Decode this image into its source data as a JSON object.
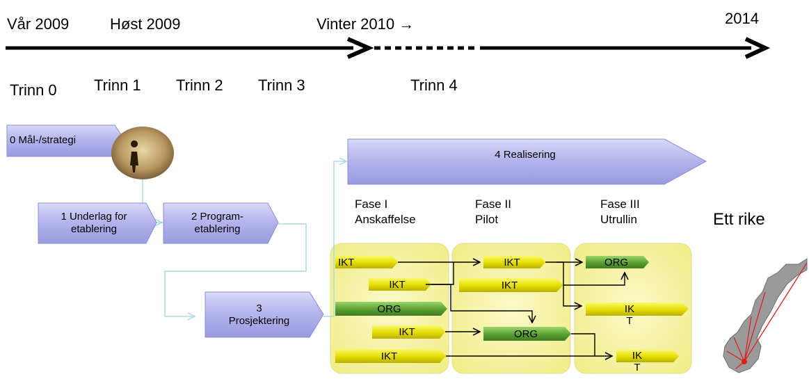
{
  "timeline": {
    "labels": [
      "Vår 2009",
      "Høst 2009",
      "Vinter 2010 →",
      "2014"
    ],
    "stages": [
      "Trinn 0",
      "Trinn 1",
      "Trinn 2",
      "Trinn 3",
      "Trinn 4"
    ]
  },
  "process": {
    "step0": "0 Mål-/strategi",
    "step1_line1": "1 Underlag for",
    "step1_line2": "etablering",
    "step2_line1": "2 Program-",
    "step2_line2": "etablering",
    "step3_line1": "3",
    "step3_line2": "Prosjektering",
    "step4": "4 Realisering"
  },
  "phases": [
    {
      "line1": "Fase I",
      "line2": "Anskaffelse"
    },
    {
      "line1": "Fase II",
      "line2": "Pilot"
    },
    {
      "line1": "Fase III",
      "line2": "Utrullin"
    }
  ],
  "bars": {
    "c1": [
      "IKT",
      "IKT",
      "ORG",
      "IKT",
      "IKT"
    ],
    "c2": [
      "IKT",
      "IKT",
      "ORG"
    ],
    "c3_org": "ORG",
    "c3_ikt1_a": "IK",
    "c3_ikt1_b": "T",
    "c3_ikt2_a": "IK",
    "c3_ikt2_b": "T"
  },
  "result": "Ett rike",
  "colors": {
    "process_fill": "#b4b4ec",
    "panel_fill": "#f6f3a0",
    "bar_yellow": "#e8e200",
    "bar_green": "#5aa032",
    "connector": "#a8dce0"
  }
}
